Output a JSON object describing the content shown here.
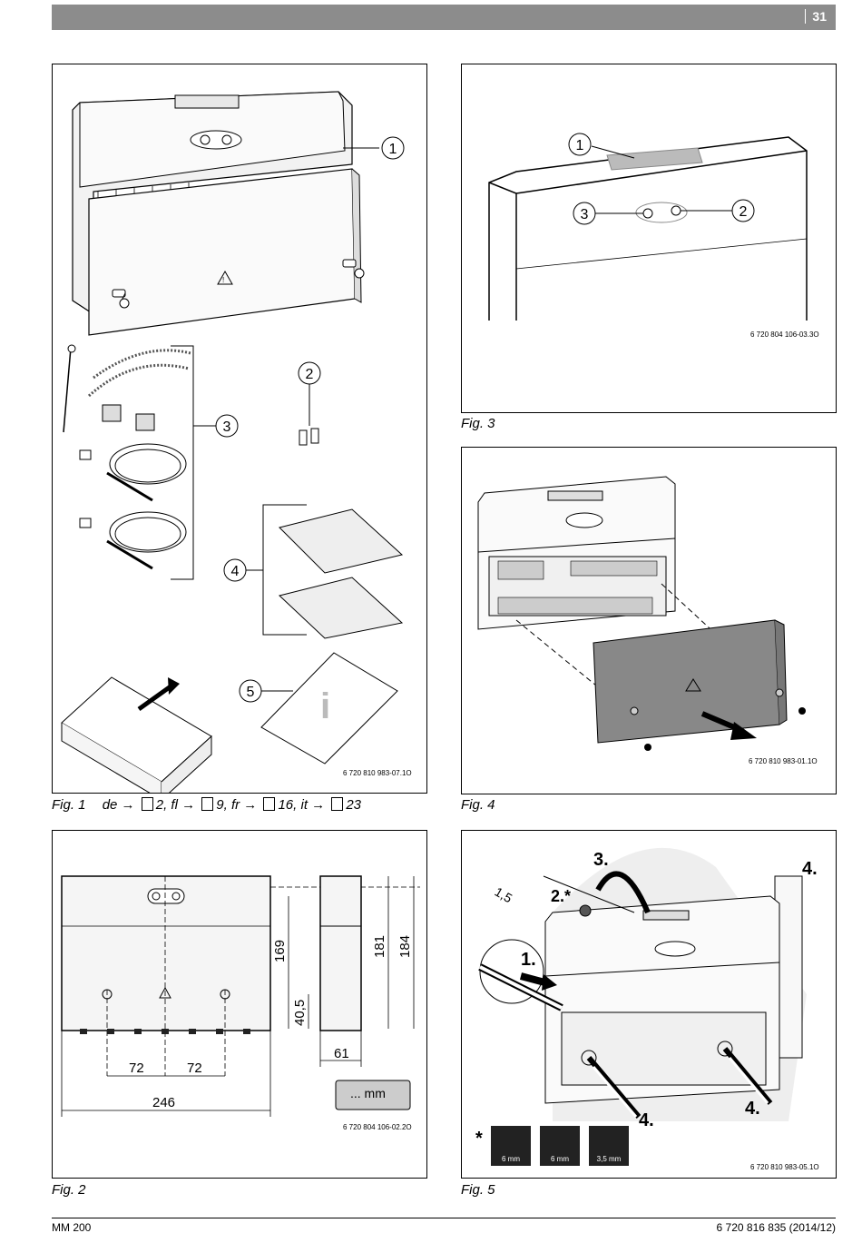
{
  "header": {
    "page_number": "31"
  },
  "figures": {
    "fig1": {
      "caption": "Fig. 1",
      "refs": [
        {
          "lang": "de",
          "page": "2"
        },
        {
          "lang": "fl",
          "page": "9"
        },
        {
          "lang": "fr",
          "page": "16"
        },
        {
          "lang": "it",
          "page": "23"
        }
      ],
      "code": "6 720 810 983-07.1O",
      "callouts": [
        "1",
        "2",
        "3",
        "4",
        "5"
      ]
    },
    "fig2": {
      "caption": "Fig. 2",
      "code": "6 720 804 106-02.2O",
      "dims": {
        "d169": "169",
        "d181": "181",
        "d184": "184",
        "d40_5": "40,5",
        "d61": "61",
        "d72a": "72",
        "d72b": "72",
        "d246": "246",
        "unit": "... mm"
      }
    },
    "fig3": {
      "caption": "Fig. 3",
      "code": "6 720 804 106-03.3O",
      "callouts": [
        "1",
        "2",
        "3"
      ]
    },
    "fig4": {
      "caption": "Fig. 4",
      "code": "6 720 810 983-01.1O"
    },
    "fig5": {
      "caption": "Fig. 5",
      "code": "6 720 810 983-05.1O",
      "steps": [
        "1.",
        "2.*",
        "3.",
        "4.",
        "4.",
        "4."
      ],
      "angle": "1,5",
      "tools": [
        "6 mm",
        "6 mm",
        "3,5 mm"
      ],
      "star": "*"
    }
  },
  "footer": {
    "left": "MM 200",
    "right": "6 720 816 835 (2014/12)"
  }
}
